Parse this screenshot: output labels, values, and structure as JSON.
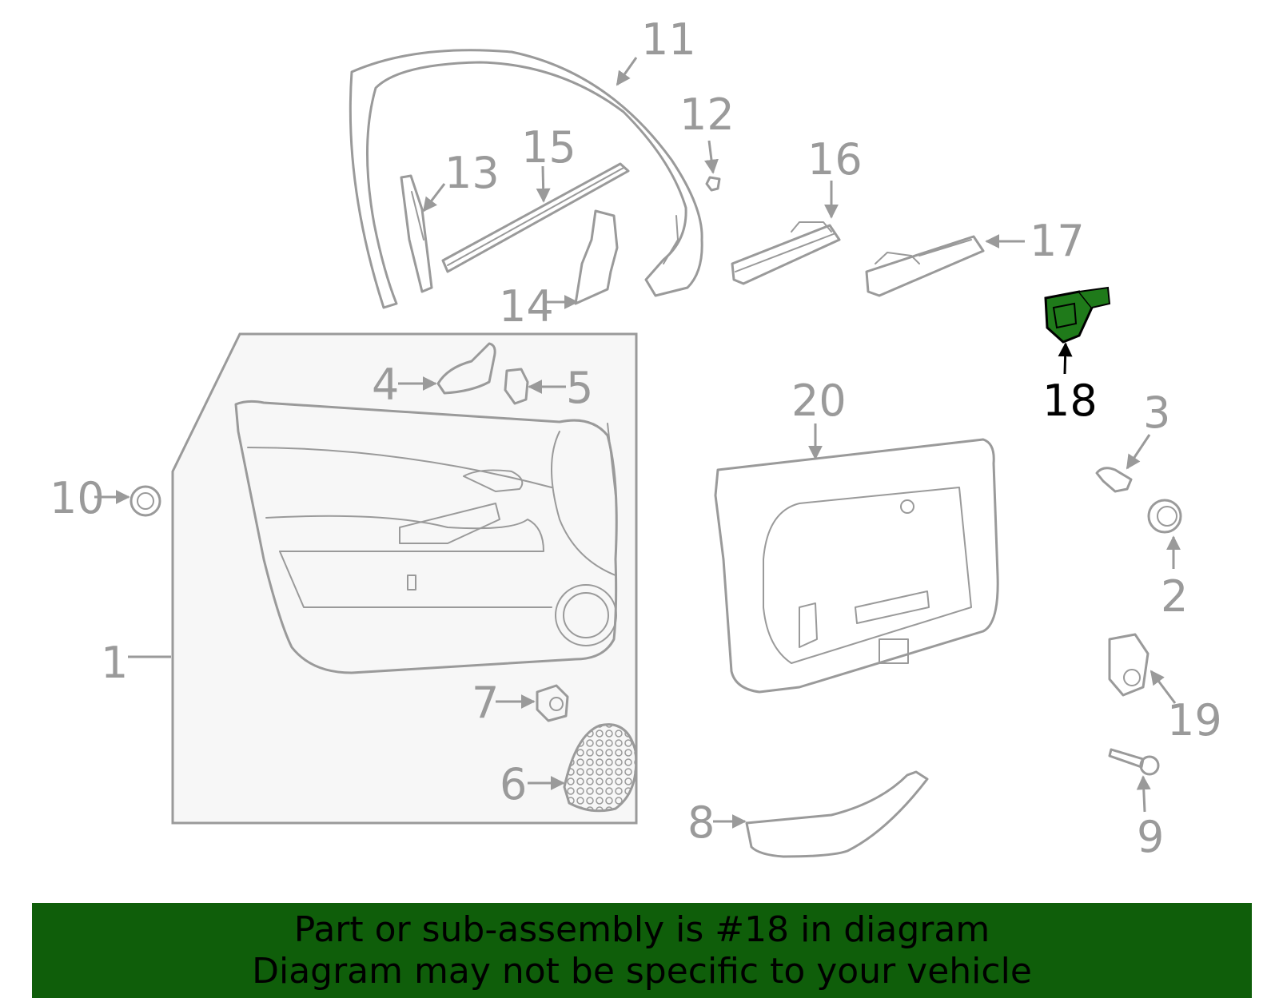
{
  "callouts": {
    "c1": "1",
    "c2": "2",
    "c3": "3",
    "c4": "4",
    "c5": "5",
    "c6": "6",
    "c7": "7",
    "c8": "8",
    "c9": "9",
    "c10": "10",
    "c11": "11",
    "c12": "12",
    "c13": "13",
    "c14": "14",
    "c15": "15",
    "c16": "16",
    "c17": "17",
    "c18": "18",
    "c19": "19",
    "c20": "20"
  },
  "highlight_part": "18",
  "colors": {
    "line": "#9a9a9a",
    "highlight_fill": "#1f7a1a",
    "banner": "#0f5e0a",
    "panel_bg": "#f7f7f7"
  },
  "banner": {
    "line1": "Part or sub-assembly is #18 in diagram",
    "line2": "Diagram may not be specific to your vehicle"
  }
}
